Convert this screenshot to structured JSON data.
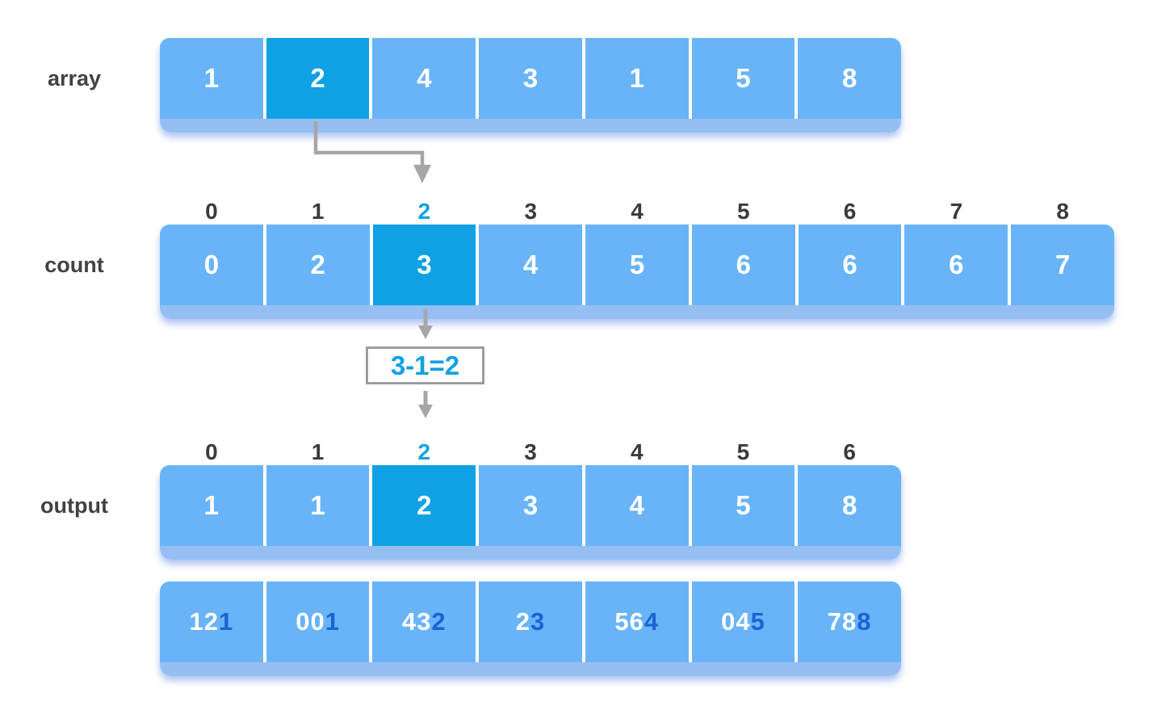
{
  "diagram": "counting-sort-step",
  "labels": {
    "array": "array",
    "count": "count",
    "output": "output"
  },
  "formula": "3-1=2",
  "colors": {
    "cell": "#69b4f8",
    "cell_highlight": "#0fa1e3",
    "lip": "#95bff2",
    "index_text": "#3b3b3b",
    "index_highlight": "#0fa1e3",
    "label_text": "#424242",
    "arrow": "#a6a6a6",
    "cell_text": "#ffffff",
    "final_digit_blue": "#1c63d2",
    "formula_border": "#9d9d9d"
  },
  "rows": {
    "array": {
      "values": [
        "1",
        "2",
        "4",
        "3",
        "1",
        "5",
        "8"
      ],
      "highlight_index": 1
    },
    "count": {
      "indices": [
        "0",
        "1",
        "2",
        "3",
        "4",
        "5",
        "6",
        "7",
        "8"
      ],
      "values": [
        "0",
        "2",
        "3",
        "4",
        "5",
        "6",
        "6",
        "6",
        "7"
      ],
      "highlight_index": 2,
      "highlighted_index_label": "2"
    },
    "output": {
      "indices": [
        "0",
        "1",
        "2",
        "3",
        "4",
        "5",
        "6"
      ],
      "values": [
        "1",
        "1",
        "2",
        "3",
        "4",
        "5",
        "8"
      ],
      "highlight_index": 2
    },
    "digits": {
      "values": [
        {
          "white": "12",
          "blue": "1"
        },
        {
          "white": "00",
          "blue": "1"
        },
        {
          "white": "43",
          "blue": "2"
        },
        {
          "white": "2",
          "blue": "3"
        },
        {
          "white": "56",
          "blue": "4"
        },
        {
          "white": "04",
          "blue": "5"
        },
        {
          "white": "78",
          "blue": "8"
        }
      ]
    }
  },
  "arrows": {
    "array_to_count": "elbow-down-arrow",
    "count_to_formula": "down-arrow",
    "formula_to_output": "down-arrow"
  }
}
